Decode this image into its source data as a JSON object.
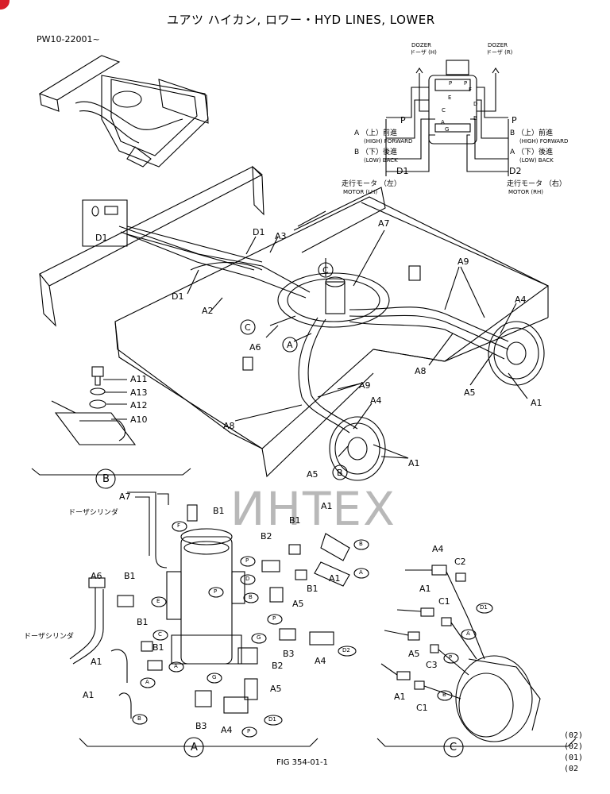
{
  "header": {
    "title": "ユアツ ハイカン, ロワー・HYD LINES, LOWER",
    "serial": "PW10-22001~"
  },
  "schematic": {
    "dozer_h": "DOZER",
    "dozer_h_jp": "ドーザ (H)",
    "dozer_r": "DOZER",
    "dozer_r_jp": "ドーザ (R)",
    "p_left": "P",
    "p_right": "P",
    "a_left": "A （上）前進",
    "a_left_sub": "(HIGH) FORWARD",
    "b_left": "B （下）後進",
    "b_left_sub": "(LOW)  BACK",
    "b_right": "B （上）前進",
    "b_right_sub": "(HIGH) FORWARD",
    "a_right": "A （下）後進",
    "a_right_sub": "(LOW)  BACK",
    "d1": "D1",
    "d2": "D2",
    "motor_lh": "走行モータ （左）",
    "motor_lh_sub": "MOTOR (LH)",
    "motor_rh": "走行モータ （右）",
    "motor_rh_sub": "MOTOR (RH)",
    "jc_labels": [
      "P",
      "P",
      "E",
      "F",
      "C",
      "D",
      "A",
      "B",
      "G"
    ]
  },
  "main_labels": {
    "d1_box": "D1",
    "d1_a": "D1",
    "d1_b": "D1",
    "a3": "A3",
    "a7": "A7",
    "a9_top": "A9",
    "a4_right": "A4",
    "a2": "A2",
    "a6": "A6",
    "c_top": "C",
    "c_mid": "C",
    "a_mid": "A",
    "a8_right": "A8",
    "a5_right": "A5",
    "a1_right": "A1",
    "a9_mid": "A9",
    "a4_mid": "A4",
    "a8_left": "A8",
    "a1_mid": "A1",
    "a5_mid": "A5",
    "b_mid": "B"
  },
  "detail_b": {
    "a11": "A11",
    "a13": "A13",
    "a12": "A12",
    "a10": "A10",
    "label": "B"
  },
  "detail_a": {
    "a7": "A7",
    "dozer_cyl_1": "ドーザシリンダ",
    "dozer_cyl_2": "ドーザシリンダ",
    "b1_list": [
      "B1",
      "B1",
      "B1",
      "B1",
      "B1",
      "B1"
    ],
    "a1_list": [
      "A1",
      "A1",
      "A1",
      "A1"
    ],
    "b2_list": [
      "B2",
      "B2"
    ],
    "a6": "A6",
    "a5_list": [
      "A5",
      "A5"
    ],
    "b3_list": [
      "B3",
      "B3"
    ],
    "a4_list": [
      "A4",
      "A4"
    ],
    "port_tags": [
      "F",
      "P",
      "D",
      "P",
      "E",
      "B",
      "C",
      "G",
      "A",
      "G",
      "A",
      "B",
      "P",
      "A",
      "B",
      "D2",
      "D1",
      "P"
    ],
    "label": "A"
  },
  "detail_c": {
    "a4": "A4",
    "c2": "C2",
    "a1_top": "A1",
    "c1_top": "C1",
    "d1": "D1",
    "a": "A",
    "a5": "A5",
    "c3": "C3",
    "p": "P",
    "a1_bot": "A1",
    "c1_bot": "C1",
    "b": "B",
    "label": "C"
  },
  "watermark": "ИНТЕХ",
  "footer": {
    "fig": "FIG 354-01-1",
    "codes": [
      "(02)",
      "(02)",
      "(01)",
      "(02"
    ]
  }
}
